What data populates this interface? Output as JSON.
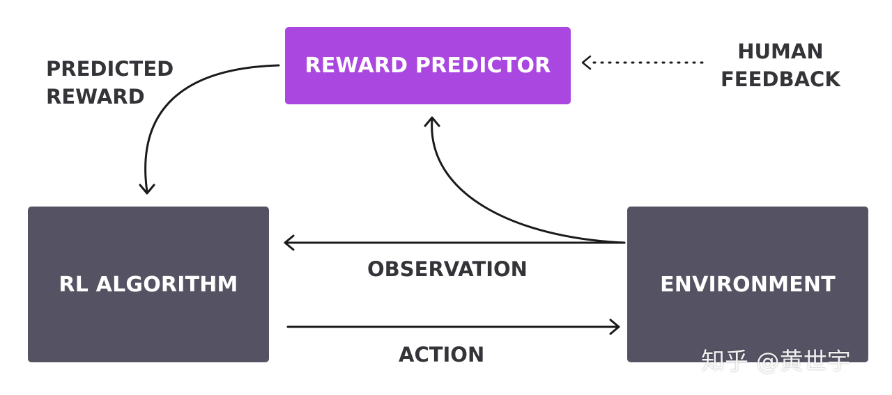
{
  "nodes": {
    "reward_predictor": {
      "label": "REWARD PREDICTOR",
      "color": "#a947e0"
    },
    "rl_algorithm": {
      "label": "RL ALGORITHM",
      "color": "#555363"
    },
    "environment": {
      "label": "ENVIRONMENT",
      "color": "#555363"
    }
  },
  "edges": {
    "predicted_reward": [
      "PREDICTED",
      "REWARD"
    ],
    "human_feedback": [
      "HUMAN",
      "FEEDBACK"
    ],
    "observation": "OBSERVATION",
    "action": "ACTION"
  },
  "colors": {
    "arrow": "#1a1a1a",
    "label": "#333338"
  },
  "watermark": "知乎 @黄世宇"
}
